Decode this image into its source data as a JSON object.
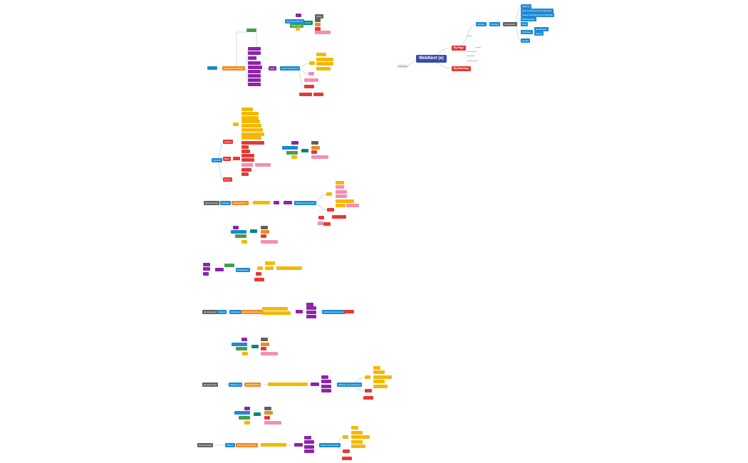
{
  "colors": {
    "blue": "#1a8ad4",
    "orange": "#ef8a1f",
    "purple": "#8e24aa",
    "yellow": "#f5b800",
    "red": "#e53935",
    "pink": "#f48fb1",
    "dark_gray": "#616161",
    "teal": "#00897b",
    "green": "#43a047",
    "navy": "#3949ab",
    "light_gray": "#f0f0f0",
    "line": "#a5c8e4"
  },
  "nodes": [
    {
      "id": "root",
      "label": "WebNext (e)",
      "color": "navy",
      "size": "big"
    },
    {
      "id": "packages",
      "label": "Packages",
      "color": "light_gray"
    },
    {
      "id": "by-page",
      "label": "By Page",
      "color": "red",
      "size": "mid"
    },
    {
      "id": "by-directory",
      "label": "By Directory",
      "color": "red",
      "size": "mid"
    },
    {
      "id": "layouts-top",
      "label": "Layouts",
      "color": "blue"
    },
    {
      "id": "settings-top",
      "label": "Settings",
      "color": "blue"
    },
    {
      "id": "component-top",
      "label": "Component",
      "color": "dark_gray"
    },
    {
      "id": "webinar",
      "label": "Webinar",
      "color": "blue"
    },
    {
      "id": "host-wc",
      "label": "Host Component (pro Webinar)",
      "color": "blue"
    },
    {
      "id": "guest-wc",
      "label": "Guest Component (pro Webinar)",
      "color": "blue"
    },
    {
      "id": "user-wc",
      "label": "Webinarpage",
      "color": "blue"
    },
    {
      "id": "chat",
      "label": "Chat",
      "color": "blue"
    },
    {
      "id": "webinars",
      "label": "Webinars",
      "color": "blue"
    },
    {
      "id": "registr",
      "label": "Registration",
      "color": "blue"
    },
    {
      "id": "history",
      "label": "History",
      "color": "blue"
    },
    {
      "id": "layout",
      "label": "Layout",
      "color": "blue"
    },
    {
      "id": "getStaticProps",
      "label": "getStaticProps/Bilder",
      "color": "orange"
    },
    {
      "id": "page1",
      "label": "page",
      "color": "purple"
    },
    {
      "id": "setup-comp",
      "label": "setup Component",
      "color": "blue"
    },
    {
      "id": "hooks",
      "label": "Hooks",
      "color": "teal"
    },
    {
      "id": "component-props",
      "label": "ComponentProps",
      "color": "blue"
    },
    {
      "id": "static-data",
      "label": "Static Data",
      "color": "green"
    },
    {
      "id": "sanity",
      "label": "Sanity",
      "color": "dark_gray"
    },
    {
      "id": "layouts-mid",
      "label": "Layouts",
      "color": "blue"
    },
    {
      "id": "header",
      "label": "Header",
      "color": "red"
    },
    {
      "id": "main",
      "label": "Main",
      "color": "red"
    },
    {
      "id": "footer",
      "label": "Footer",
      "color": "red"
    },
    {
      "id": "ungrouped1",
      "label": "[[ungrouped]]",
      "color": "dark_gray"
    },
    {
      "id": "settings1",
      "label": "Settings",
      "color": "blue"
    },
    {
      "id": "getStaticProps2",
      "label": "getStaticProps",
      "color": "orange"
    },
    {
      "id": "setup-comp2",
      "label": "Settings Component",
      "color": "blue"
    },
    {
      "id": "registration",
      "label": "Registration",
      "color": "blue"
    },
    {
      "id": "ungrouped2",
      "label": "[[ungrouped]]",
      "color": "dark_gray"
    },
    {
      "id": "webinars2",
      "label": "Webinars",
      "color": "blue"
    },
    {
      "id": "history2",
      "label": "History",
      "color": "blue"
    },
    {
      "id": "getServerSide",
      "label": "getServerSideProps",
      "color": "orange"
    },
    {
      "id": "webinar-comp",
      "label": "Webinars Component",
      "color": "blue"
    },
    {
      "id": "ungrouped3",
      "label": "[[ungrouped]]",
      "color": "dark_gray"
    },
    {
      "id": "webinar3",
      "label": "Webinar_id",
      "color": "blue"
    },
    {
      "id": "getStaticPaths",
      "label": "getStaticPaths",
      "color": "orange"
    },
    {
      "id": "webinar-id-comp",
      "label": "Webinar_id Component",
      "color": "blue"
    },
    {
      "id": "ungrouped4",
      "label": "[[ungrouped]]",
      "color": "dark_gray"
    },
    {
      "id": "search",
      "label": "Search",
      "color": "blue"
    },
    {
      "id": "getServerSide2",
      "label": "getServerSideProps",
      "color": "orange"
    },
    {
      "id": "search-comp",
      "label": "Search Component",
      "color": "blue"
    }
  ]
}
